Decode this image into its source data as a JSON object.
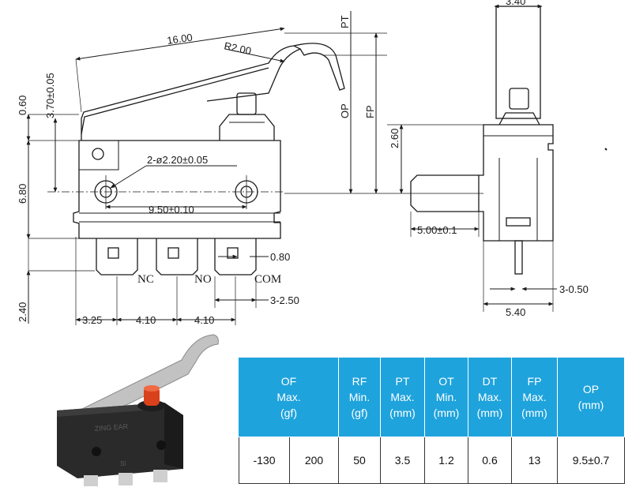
{
  "front_view": {
    "dimensions": {
      "lever_length": "16.00",
      "lever_radius": "R2.00",
      "pt": "PT",
      "op": "OP",
      "fp": "FP",
      "d060": "0.60",
      "d370": "3.70±0.05",
      "d680": "6.80",
      "holes": "2-ø2.20±0.05",
      "hole_pitch": "9.50±0.10",
      "d080": "0.80",
      "d3_250": "3-2.50",
      "d240": "2.40",
      "d325": "3.25",
      "d410a": "4.10",
      "d410b": "4.10"
    },
    "terminals": {
      "nc": "NC",
      "no": "NO",
      "com": "COM"
    }
  },
  "side_view": {
    "dimensions": {
      "top_clip": "3.40",
      "d260": "2.60",
      "d500": "5.00±0.1",
      "d3_050": "3-0.50",
      "d540": "5.40"
    }
  },
  "photo": {
    "brand_text": "ZING EAR",
    "mark_text": "SI"
  },
  "spec_table": {
    "headers": [
      {
        "line1": "OF",
        "line2": "Max.",
        "line3": "(gf)"
      },
      {
        "line1": "RF",
        "line2": "Min.",
        "line3": "(gf)"
      },
      {
        "line1": "PT",
        "line2": "Max.",
        "line3": "(mm)"
      },
      {
        "line1": "OT",
        "line2": "Min.",
        "line3": "(mm)"
      },
      {
        "line1": "DT",
        "line2": "Max.",
        "line3": "(mm)"
      },
      {
        "line1": "FP",
        "line2": "Max.",
        "line3": "(mm)"
      },
      {
        "line1": "OP",
        "line2": "(mm)",
        "line3": ""
      }
    ],
    "row": [
      "-130",
      "200",
      "50",
      "3.5",
      "1.2",
      "0.6",
      "13",
      "9.5±0.7"
    ]
  },
  "colors": {
    "header_bg": "#1fa3dc",
    "line": "#1a1a1a",
    "housing": "#2a2a2a",
    "actuator": "#d8411c",
    "lever": "#b8b8b8"
  }
}
